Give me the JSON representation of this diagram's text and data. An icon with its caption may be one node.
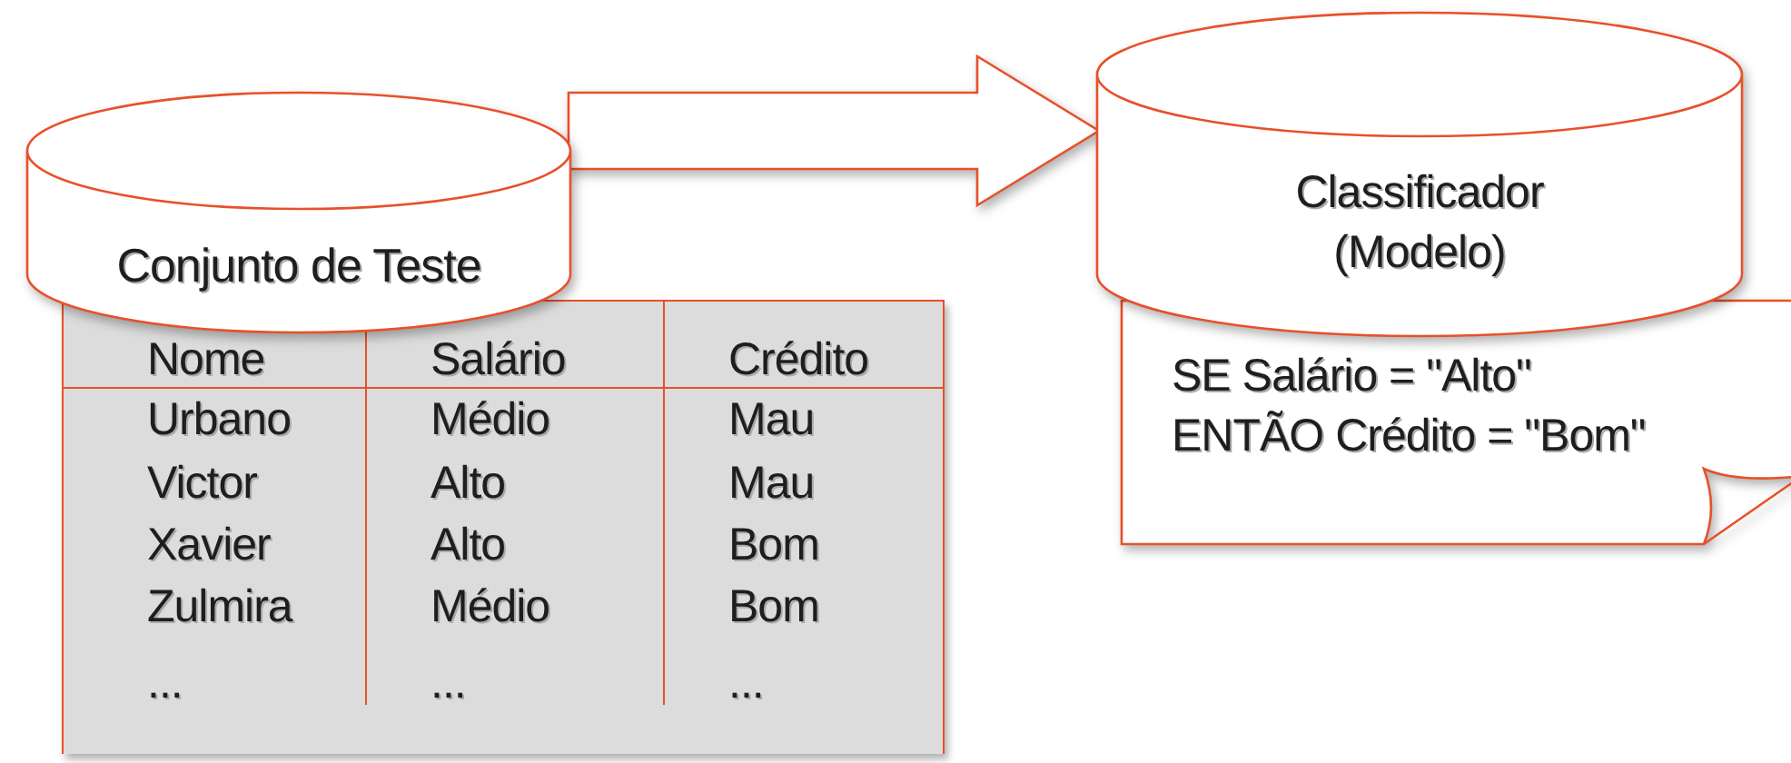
{
  "diagram": {
    "nodes": [
      {
        "text": [
          "Conjunto de Teste"
        ]
      },
      {
        "text": [
          "Classificador (Modelo)"
        ]
      },
      {
        "text": [
          "SE Salário = \"Alto\"",
          "ENTÃO Crédito = \"Bom\""
        ]
      }
    ],
    "edges": [
      {
        "from": 0,
        "to": 1,
        "arrow": "to",
        "style": "thick"
      }
    ],
    "labels": [
      "Nome",
      "Salário",
      "Crédito",
      "Urbano",
      "Médio",
      "Mau",
      "Victor",
      "Alto",
      "Mau",
      "Xavier",
      "Alto",
      "Bom",
      "Zulmira",
      "Médio",
      "Bom",
      "...",
      "...",
      "..."
    ]
  }
}
